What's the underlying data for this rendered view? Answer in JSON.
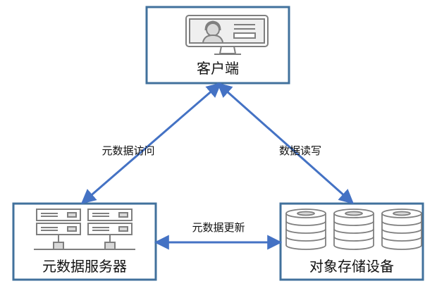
{
  "nodes": {
    "client": {
      "label": "客户端",
      "icon": "monitor-user-icon"
    },
    "metadata_server": {
      "label": "元数据服务器",
      "icon": "server-rack-icon"
    },
    "object_storage": {
      "label": "对象存储设备",
      "icon": "database-disk-icon"
    }
  },
  "edges": {
    "metadata_access": {
      "label": "元数据访问"
    },
    "data_rw": {
      "label": "数据读写"
    },
    "metadata_update": {
      "label": "元数据更新"
    }
  },
  "colors": {
    "box_border": "#41719C",
    "arrow": "#4472C4",
    "icon_stroke": "#7F7F7F",
    "icon_fill": "#D9D9D9",
    "text": "#111111"
  }
}
